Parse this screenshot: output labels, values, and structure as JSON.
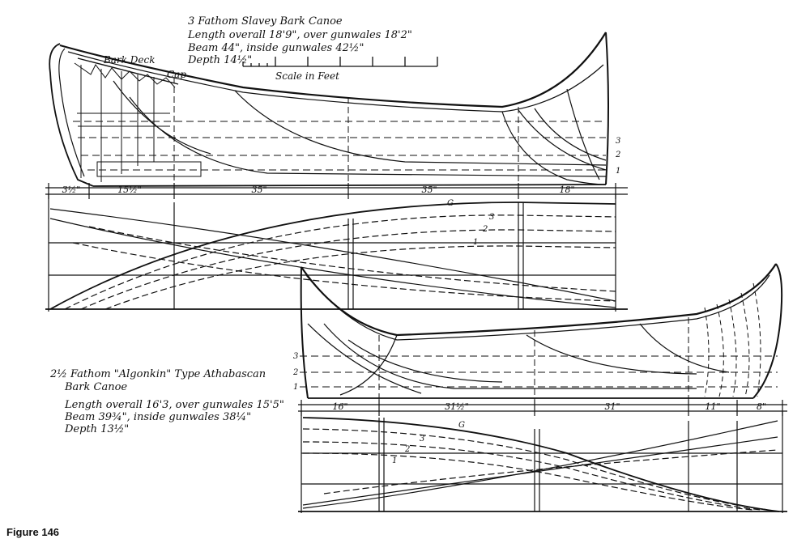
{
  "upper_canoe": {
    "title": "3 Fathom Slavey Bark Canoe",
    "spec_line_1": "Length overall 18'9\", over gunwales 18'2\"",
    "spec_line_2": "Beam 44\", inside gunwales 42½\"",
    "spec_line_3": "Depth 14½\"",
    "scale_label": "Scale in Feet",
    "label_bark_deck": "Bark Deck",
    "label_cap": "Cap",
    "station_dims": [
      "3½\"",
      "15½\"",
      "35\"",
      "35\"",
      "18\""
    ],
    "waterlines": [
      "3",
      "2",
      "1"
    ],
    "plan_lines": [
      "G",
      "3",
      "2",
      "1"
    ]
  },
  "lower_canoe": {
    "title_line_1": "2½ Fathom \"Algonkin\" Type Athabascan",
    "title_line_2": "Bark Canoe",
    "spec_line_1": "Length overall 16'3, over gunwales 15'5\"",
    "spec_line_2": "Beam 39¾\", inside gunwales 38¼\"",
    "spec_line_3": "Depth 13½\"",
    "station_dims": [
      "16\"",
      "31½\"",
      "31\"",
      "11\"",
      "8\""
    ],
    "waterlines": [
      "3",
      "2",
      "1"
    ],
    "plan_lines": [
      "G",
      "3",
      "2",
      "1"
    ]
  },
  "figure_caption": "Figure 146",
  "colors": {
    "ink": "#111111",
    "paper": "#ffffff"
  }
}
